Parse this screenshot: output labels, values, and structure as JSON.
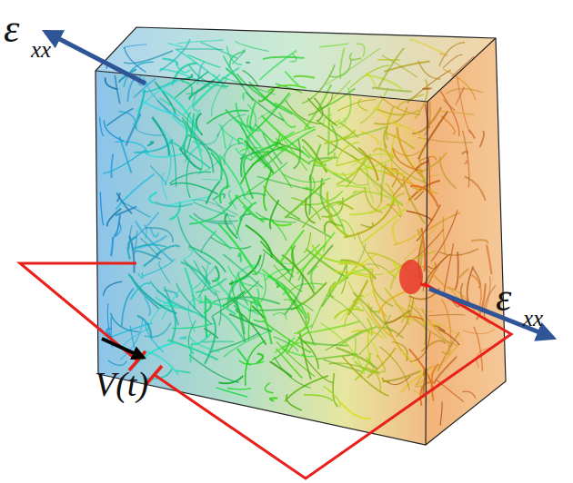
{
  "diagram": {
    "labels": [
      "ε",
      "xx",
      "ε",
      "xx",
      "V(t)"
    ]
  }
}
